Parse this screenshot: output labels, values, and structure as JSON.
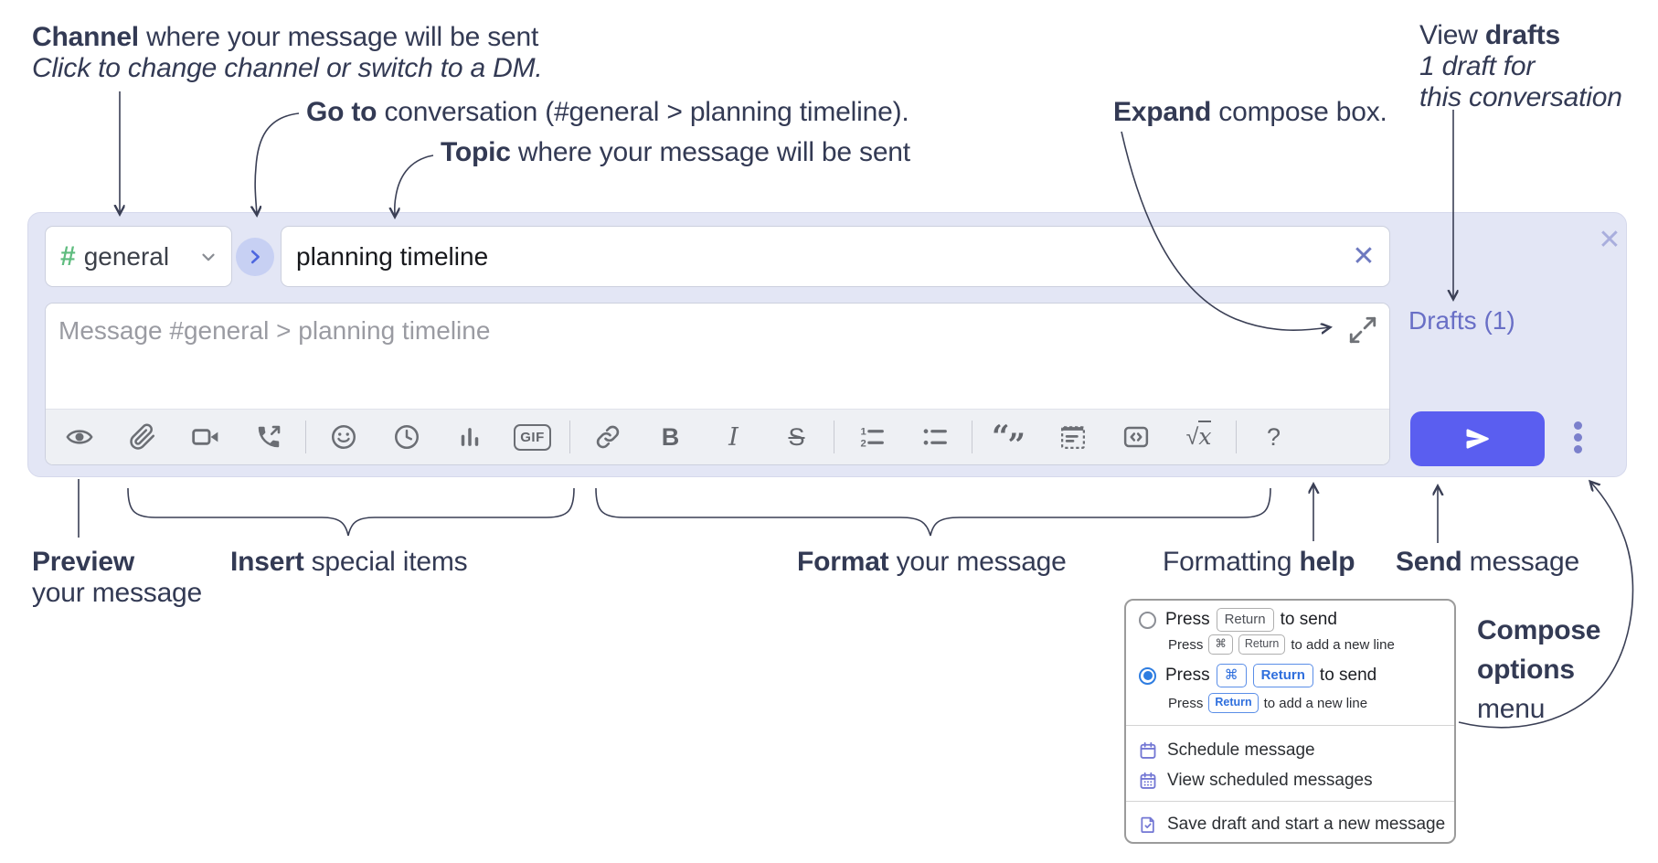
{
  "annotations": {
    "channel": {
      "bold": "Channel",
      "rest": " where your message will be sent",
      "sub": "Click to change channel or switch to a DM."
    },
    "goto": {
      "bold": "Go to",
      "rest": " conversation (#general > planning timeline)."
    },
    "topic": {
      "bold": "Topic",
      "rest": " where your message will be sent"
    },
    "expand": {
      "bold": "Expand",
      "rest": " compose box."
    },
    "view_drafts": {
      "pre": "View ",
      "bold": "drafts",
      "line2": "1 draft for",
      "line3": "this conversation"
    },
    "preview": {
      "bold": "Preview",
      "line2": "your message"
    },
    "insert": {
      "bold": "Insert",
      "rest": " special items"
    },
    "format": {
      "bold": "Format",
      "rest": " your message"
    },
    "help": {
      "pre": "Formatting ",
      "bold": "help"
    },
    "send": {
      "bold": "Send",
      "rest": " message"
    },
    "compose_options": {
      "line1": "Compose",
      "line2": "options",
      "line3": "menu"
    }
  },
  "compose": {
    "channel": {
      "hash": "#",
      "name": "general"
    },
    "topic_value": "planning timeline",
    "message_placeholder": "Message #general > planning timeline",
    "drafts_link": "Drafts (1)",
    "close_glyph": "✕",
    "clear_topic_glyph": "✕",
    "toolbar_labels": {
      "bold": "B",
      "italic": "I",
      "strike": "S",
      "gif": "GIF",
      "quote_open": "“",
      "quote_close": "”",
      "math_root": "√",
      "math_var": "x",
      "help": "?"
    },
    "toolbar_icon_names": [
      "preview-eye",
      "attach-file",
      "start-video-call",
      "start-voice-call",
      "emoji",
      "global-time",
      "poll",
      "gif",
      "link",
      "bold",
      "italic",
      "strikethrough",
      "numbered-list",
      "bulleted-list",
      "quote",
      "spoiler",
      "code",
      "math",
      "message-formatting-help"
    ]
  },
  "popup": {
    "option1": {
      "press": "Press",
      "key1": "Return",
      "after": "to send",
      "sub_press": "Press",
      "sub_key1": "⌘",
      "sub_key2": "Return",
      "sub_after": "to add a new line"
    },
    "option2": {
      "press": "Press",
      "key1": "⌘",
      "key2": "Return",
      "after": "to send",
      "sub_press": "Press",
      "sub_key1": "Return",
      "sub_after": "to add a new line"
    },
    "schedule": "Schedule message",
    "view_scheduled": "View scheduled messages",
    "save_draft": "Save draft and start a new message"
  },
  "colors": {
    "compose_bg": "#e3e6f5",
    "send_button": "#5a5ef0",
    "drafts_link": "#696fc6",
    "channel_hash_green": "#5fbc7f",
    "goto_circle": "#c7d0f3",
    "goto_chevron": "#4d66df",
    "annotation_text": "#333a54",
    "toolbar_icon": "#6b6e74",
    "radio_selected": "#2e7de1",
    "key_blue": "#2f6fdd",
    "menu_icon_indigo": "#7377d4"
  }
}
